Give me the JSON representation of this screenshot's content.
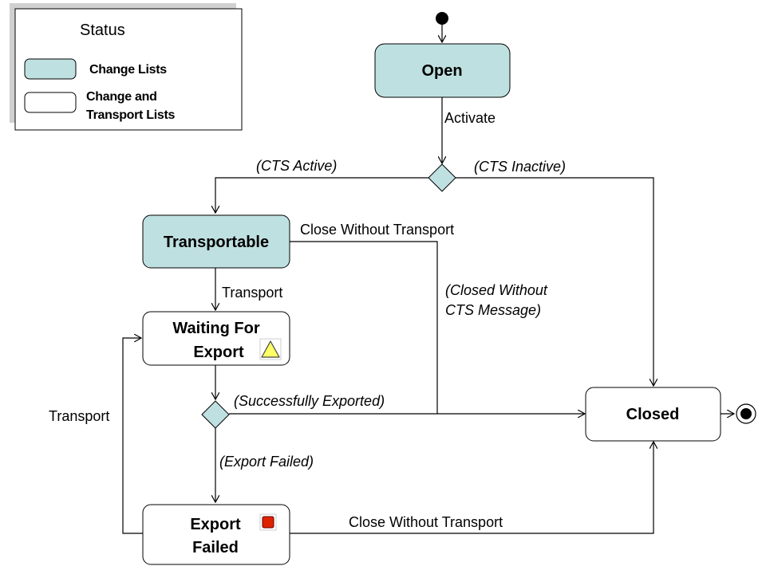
{
  "legend": {
    "title": "Status",
    "items": [
      {
        "label": "Change Lists",
        "color": "#bfe0e0"
      },
      {
        "label_line1": "Change and",
        "label_line2": "Transport Lists",
        "color": "#ffffff"
      }
    ]
  },
  "colors": {
    "teal_state": "#bfe0e0",
    "white_state": "#ffffff",
    "warning_icon": "#ffff66",
    "error_icon": "#dd2200"
  },
  "states": {
    "open": "Open",
    "transportable": "Transportable",
    "waiting_line1": "Waiting For",
    "waiting_line2": "Export",
    "export_failed_line1": "Export",
    "export_failed_line2": "Failed",
    "closed": "Closed"
  },
  "icons": {
    "waiting": "warning-triangle-icon",
    "export_failed": "error-square-icon"
  },
  "transitions": {
    "activate": "Activate",
    "cts_active": "(CTS Active)",
    "cts_inactive": "(CTS Inactive)",
    "close_without_transport_top": "Close Without Transport",
    "closed_without_cts_line1": "(Closed Without",
    "closed_without_cts_line2": "CTS Message)",
    "transport_down": "Transport",
    "successfully_exported": "(Successfully Exported)",
    "export_failed": "(Export Failed)",
    "transport_loop": "Transport",
    "close_without_transport_bottom": "Close Without Transport"
  }
}
